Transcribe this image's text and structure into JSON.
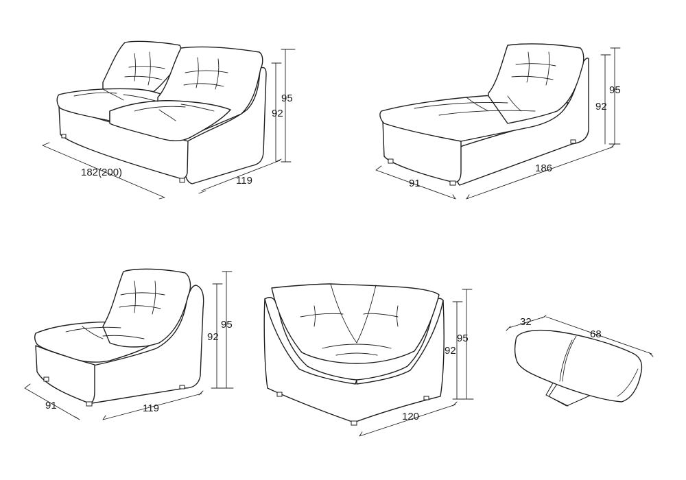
{
  "colors": {
    "line": "#1e1e1e",
    "background": "#ffffff"
  },
  "modules": [
    {
      "id": "two-seat",
      "dimensions": {
        "width": "182(200)",
        "depth": "119",
        "height_total": "95",
        "height_back": "92"
      }
    },
    {
      "id": "chaise",
      "dimensions": {
        "depth": "91",
        "length": "186",
        "height_total": "95",
        "height_back": "92"
      }
    },
    {
      "id": "armless-chair",
      "dimensions": {
        "depth": "91",
        "width": "119",
        "height_total": "95",
        "height_back": "92"
      }
    },
    {
      "id": "corner",
      "dimensions": {
        "width": "120",
        "height_total": "95",
        "height_back": "92"
      }
    },
    {
      "id": "ottoman",
      "dimensions": {
        "depth": "32",
        "length": "68"
      }
    }
  ]
}
